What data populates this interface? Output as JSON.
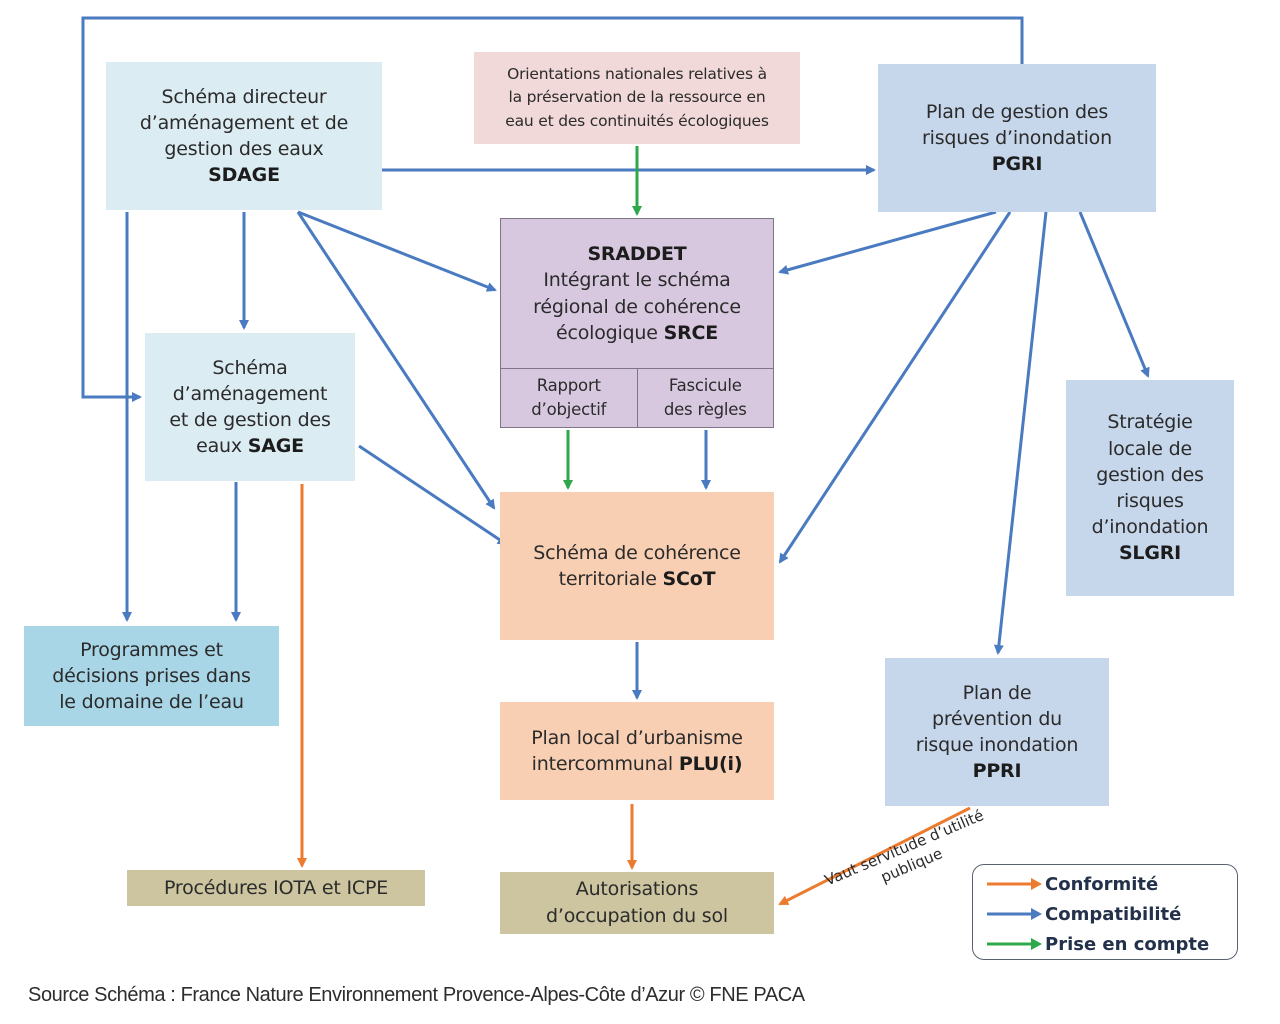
{
  "colors": {
    "conformite": "#ec7a2f",
    "compatibilite": "#4a7ac0",
    "prise_en_compte": "#2ea84a"
  },
  "boxes": {
    "sdage": {
      "lines": [
        "Schéma directeur",
        "d’aménagement et de",
        "gestion des eaux"
      ],
      "acronym": "SDAGE"
    },
    "orientations": {
      "lines": [
        "Orientations nationales relatives à",
        "la préservation de la ressource en",
        "eau et des continuités écologiques"
      ]
    },
    "pgri": {
      "lines": [
        "Plan de gestion des",
        "risques d’inondation"
      ],
      "acronym": "PGRI"
    },
    "sraddet": {
      "acronym": "SRADDET",
      "lines": [
        "Intégrant le schéma",
        "régional de cohérence"
      ],
      "last_line_prefix": "écologique",
      "last_line_acronym": "SRCE",
      "cells": [
        {
          "lines": [
            "Rapport",
            "d’objectif"
          ]
        },
        {
          "lines": [
            "Fascicule",
            "des règles"
          ]
        }
      ]
    },
    "sage": {
      "lines": [
        "Schéma",
        "d’aménagement",
        "et de gestion des"
      ],
      "last_line_prefix": "eaux",
      "acronym": "SAGE"
    },
    "slgri": {
      "lines": [
        "Stratégie",
        "locale de",
        "gestion des",
        "risques",
        "d’inondation"
      ],
      "acronym": "SLGRI"
    },
    "programmes": {
      "lines": [
        "Programmes et",
        "décisions prises dans",
        "le domaine de l’eau"
      ]
    },
    "scot": {
      "lines": [
        "Schéma de cohérence"
      ],
      "last_line_prefix": "territoriale",
      "acronym": "SCoT"
    },
    "plu": {
      "lines": [
        "Plan local d’urbanisme"
      ],
      "last_line_prefix": "intercommunal",
      "acronym": "PLU(i)"
    },
    "ppri": {
      "lines": [
        "Plan de",
        "prévention du",
        "risque inondation"
      ],
      "acronym": "PPRI"
    },
    "iota": {
      "lines": [
        "Procédures IOTA et ICPE"
      ]
    },
    "autorisations": {
      "lines": [
        "Autorisations",
        "d’occupation du sol"
      ]
    }
  },
  "annotation": {
    "lines": [
      "Vaut servitude d’utilité",
      "publique"
    ]
  },
  "legend": [
    {
      "label": "Conformité",
      "type": "conformite"
    },
    {
      "label": "Compatibilité",
      "type": "compatibilite"
    },
    {
      "label": "Prise en compte",
      "type": "prise_en_compte"
    }
  ],
  "arrows": [
    {
      "from": "sdage",
      "to": "pgri",
      "type": "compatibilite"
    },
    {
      "from": "sdage",
      "to": "sage",
      "type": "compatibilite"
    },
    {
      "from": "sdage",
      "to": "programmes",
      "type": "compatibilite"
    },
    {
      "from": "sdage",
      "to": "sraddet",
      "type": "compatibilite"
    },
    {
      "from": "sdage",
      "to": "scot",
      "type": "compatibilite"
    },
    {
      "from": "pgri",
      "to": "sage",
      "type": "compatibilite"
    },
    {
      "from": "orientations",
      "to": "sraddet",
      "type": "prise_en_compte"
    },
    {
      "from": "pgri",
      "to": "sraddet",
      "type": "compatibilite"
    },
    {
      "from": "pgri",
      "to": "scot",
      "type": "compatibilite"
    },
    {
      "from": "pgri",
      "to": "ppri",
      "type": "compatibilite"
    },
    {
      "from": "pgri",
      "to": "slgri",
      "type": "compatibilite"
    },
    {
      "from": "sraddet.rapport",
      "to": "scot",
      "type": "prise_en_compte"
    },
    {
      "from": "sraddet.fascicule",
      "to": "scot",
      "type": "compatibilite"
    },
    {
      "from": "sage",
      "to": "scot",
      "type": "compatibilite"
    },
    {
      "from": "sage",
      "to": "programmes",
      "type": "compatibilite"
    },
    {
      "from": "sage",
      "to": "iota",
      "type": "conformite"
    },
    {
      "from": "scot",
      "to": "plu",
      "type": "compatibilite"
    },
    {
      "from": "plu",
      "to": "autorisations",
      "type": "conformite"
    },
    {
      "from": "ppri",
      "to": "autorisations",
      "type": "conformite"
    }
  ],
  "source": "Source Schéma : France Nature Environnement Provence-Alpes-Côte d’Azur © FNE PACA"
}
